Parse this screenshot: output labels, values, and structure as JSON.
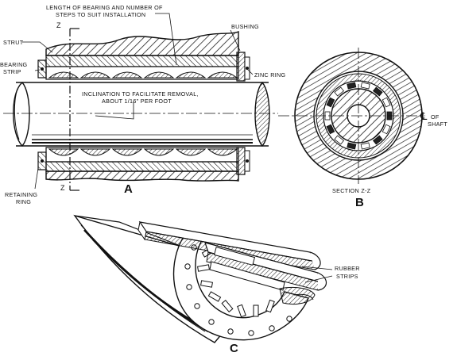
{
  "labels": {
    "length_line1": "LENGTH OF BEARING AND NUMBER OF",
    "length_line2": "STEPS TO SUIT INSTALLATION",
    "bushing": "BUSHING",
    "strut": "STRUT",
    "bearing": "BEARING",
    "strip": "STRIP",
    "zinc_ring": "ZINC RING",
    "inclination_line1": "INCLINATION TO FACILITATE REMOVAL,",
    "inclination_line2": "ABOUT 1/16\" PER FOOT",
    "z_top": "Z",
    "z_bottom": "Z",
    "retaining": "RETAINING",
    "ring": "RING",
    "cl_symbol": "℄",
    "of": "OF",
    "shaft": "SHAFT",
    "section": "SECTION Z-Z",
    "rubber": "RUBBER",
    "strips": "STRIPS",
    "fig_a": "A",
    "fig_b": "B",
    "fig_c": "C"
  },
  "colors": {
    "ink": "#111111",
    "paper": "#ffffff",
    "shaft_fill": "#ffffff",
    "dark_band": "#1a1a1a"
  }
}
